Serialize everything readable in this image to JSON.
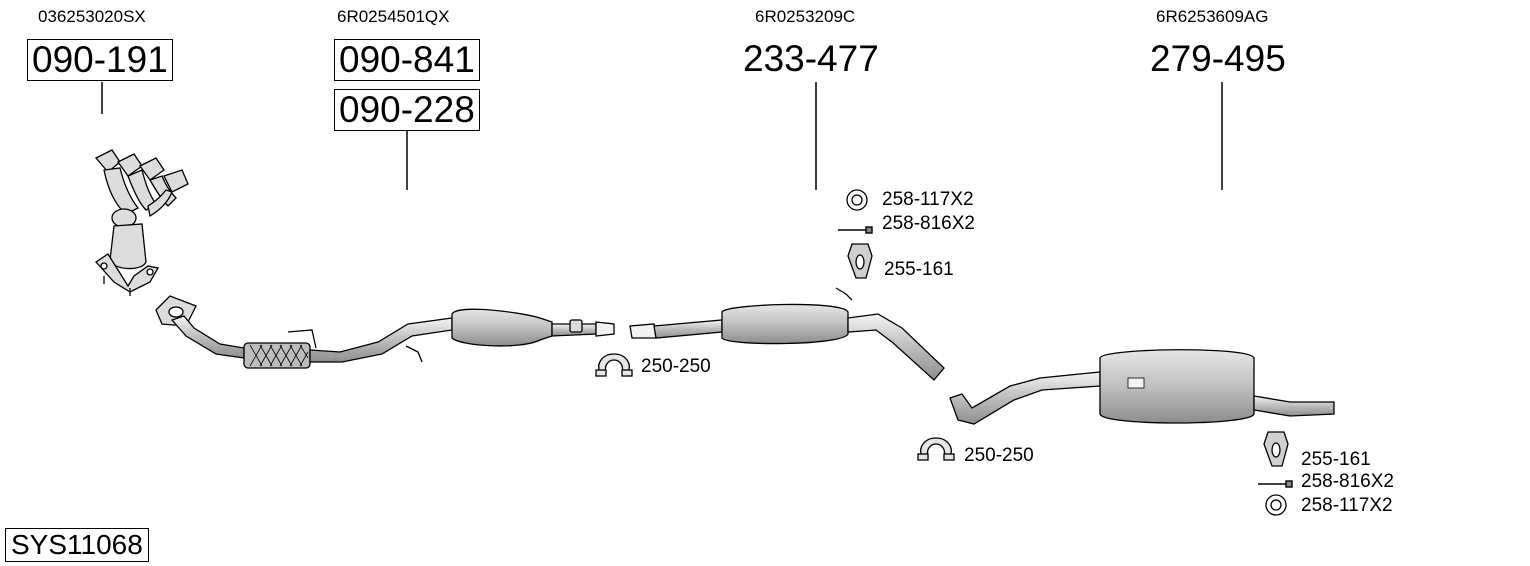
{
  "oem_numbers": [
    "036253020SX",
    "6R0254501QX",
    "6R0253209C",
    "6R6253609AG"
  ],
  "part_numbers": {
    "manifold": "090-191",
    "front_pipe": "090-841",
    "front_pipe_alt": "090-228",
    "middle_silencer": "233-477",
    "rear_silencer": "279-495"
  },
  "accessories": {
    "ring_mid": "258-117X2",
    "bolt_mid": "258-816X2",
    "hanger_mid": "255-161",
    "clamp_front": "250-250",
    "clamp_rear": "250-250",
    "hanger_rear": "255-161",
    "bolt_rear": "258-816X2",
    "ring_rear": "258-117X2"
  },
  "system_code": "SYS11068",
  "colors": {
    "line": "#000000",
    "pipe_fill": "#e2e2e2",
    "silencer_fill": "#cfcfcf",
    "background": "#ffffff"
  }
}
